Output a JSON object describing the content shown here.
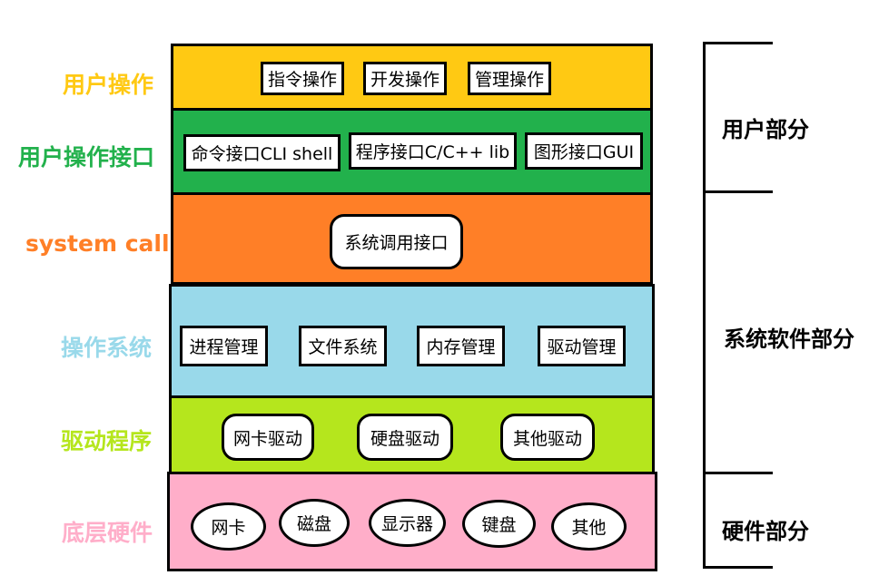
{
  "layers": [
    {
      "label": "用户操作",
      "color": "#ffc913",
      "label_color": "#ffc913",
      "items": [
        "指令操作",
        "开发操作",
        "管理操作"
      ]
    },
    {
      "label": "用户操作接口",
      "color": "#22b14c",
      "label_color": "#22b14c",
      "items": [
        "命令接口CLI shell",
        "程序接口C/C++ lib",
        "图形接口GUI"
      ]
    },
    {
      "label": "system call",
      "color": "#ff7f27",
      "label_color": "#ff7f27",
      "items": [
        "系统调用接口"
      ]
    },
    {
      "label": "操作系统",
      "color": "#99d9ea",
      "label_color": "#99d9ea",
      "items": [
        "进程管理",
        "文件系统",
        "内存管理",
        "驱动管理"
      ]
    },
    {
      "label": "驱动程序",
      "color": "#b5e61d",
      "label_color": "#b5e61d",
      "items": [
        "网卡驱动",
        "硬盘驱动",
        "其他驱动"
      ]
    },
    {
      "label": "底层硬件",
      "color": "#ffaec9",
      "label_color": "#ffaec9",
      "items": [
        "网卡",
        "磁盘",
        "显示器",
        "键盘",
        "其他"
      ]
    }
  ],
  "groups": [
    "用户部分",
    "系统软件部分",
    "硬件部分"
  ]
}
